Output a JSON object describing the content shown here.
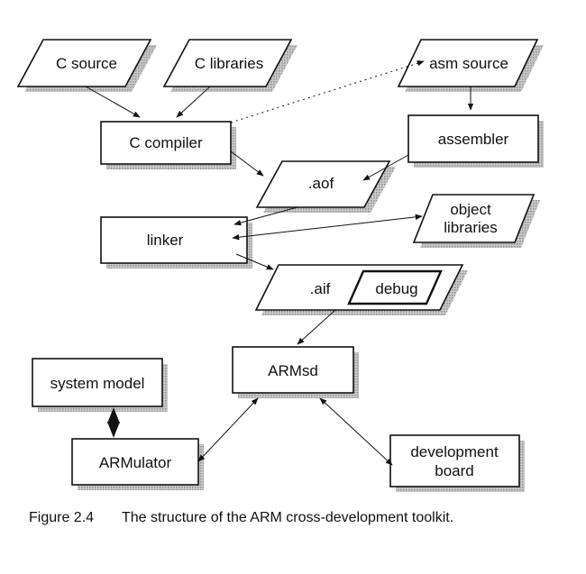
{
  "nodes": {
    "c_source": "C source",
    "c_libraries": "C libraries",
    "asm_source": "asm source",
    "c_compiler": "C compiler",
    "assembler": "assembler",
    "aof": ".aof",
    "object_libraries_1": "object",
    "object_libraries_2": "libraries",
    "linker": "linker",
    "aif": ".aif",
    "debug": "debug",
    "armsd": "ARMsd",
    "system_model": "system model",
    "armulator": "ARMulator",
    "development_board_1": "development",
    "development_board_2": "board"
  },
  "caption": {
    "label": "Figure 2.4",
    "text": "The structure of the ARM cross-development toolkit."
  }
}
